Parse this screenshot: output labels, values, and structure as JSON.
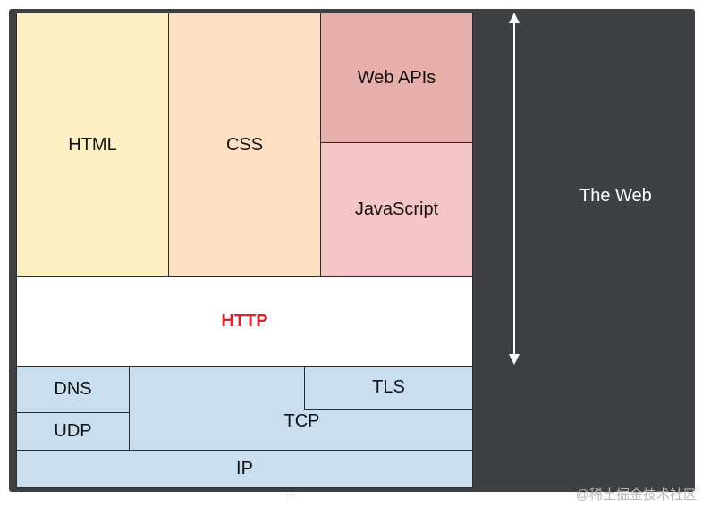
{
  "layers": {
    "html": "HTML",
    "css": "CSS",
    "web_apis": "Web APIs",
    "javascript": "JavaScript",
    "http": "HTTP",
    "dns": "DNS",
    "udp": "UDP",
    "tcp": "TCP",
    "tls": "TLS",
    "ip": "IP"
  },
  "side_label": "The Web",
  "watermark": "@稀土掘金技术社区",
  "colors": {
    "frame": "#3f4044",
    "html": "#fcefc4",
    "css": "#fddfc4",
    "web_apis": "#e6afaa",
    "javascript": "#f5c6c6",
    "http_text": "#e0202a",
    "network": "#c9dff0"
  }
}
